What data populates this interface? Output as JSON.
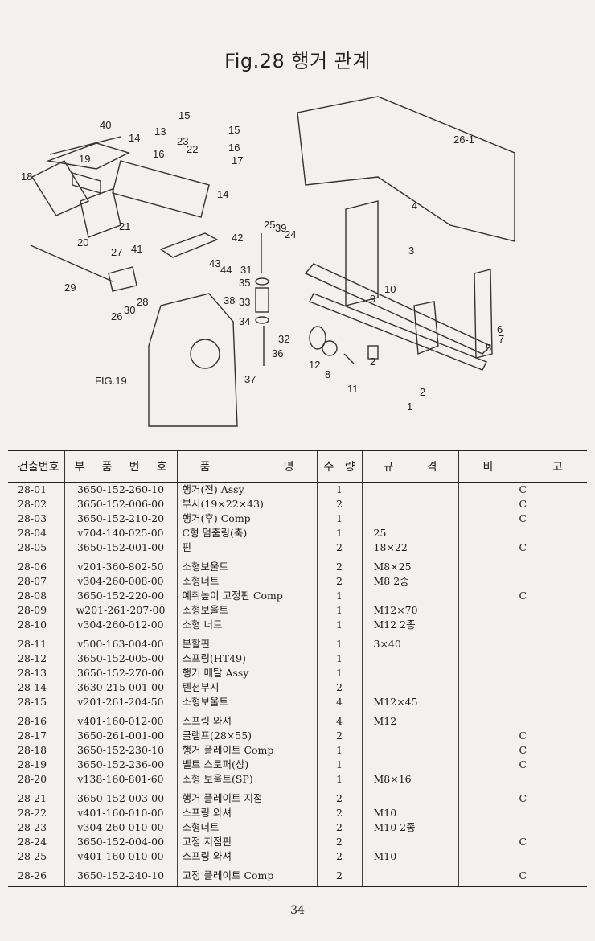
{
  "title": "Fig.28 행거 관계",
  "figure_callouts": {
    "c40": "40",
    "c13": "13",
    "c15a": "15",
    "c15b": "15",
    "c16a": "16",
    "c16b": "16",
    "c17": "17",
    "c14a": "14",
    "c14b": "14",
    "c23": "23",
    "c22": "22",
    "c19": "19",
    "c18": "18",
    "c21": "21",
    "c20": "20",
    "c41": "41",
    "c42": "42",
    "c43": "43",
    "c44": "44",
    "c25": "25",
    "c39": "39",
    "c24": "24",
    "c31": "31",
    "c35": "35",
    "c33": "33",
    "c34": "34",
    "c38": "38",
    "c32": "32",
    "c36": "36",
    "c37": "37",
    "c27": "27",
    "c29": "29",
    "c26": "26",
    "c30": "30",
    "c28": "28",
    "c26_1": "26-1",
    "c4": "4",
    "c3": "3",
    "c10": "10",
    "c9": "9",
    "c6": "6",
    "c7": "7",
    "c5": "5",
    "c12": "12",
    "c8": "8",
    "c11": "11",
    "c2a": "2",
    "c2b": "2",
    "c1": "1",
    "fig19": "FIG.19"
  },
  "table": {
    "headers": {
      "no": [
        "건",
        "출",
        "번",
        "호"
      ],
      "part_no": [
        "부",
        "품",
        "번",
        "호"
      ],
      "name": [
        "품",
        "명"
      ],
      "qty": [
        "수",
        "량"
      ],
      "spec": [
        "규",
        "격"
      ],
      "note": [
        "비",
        "고"
      ]
    },
    "rows": [
      {
        "no": "28-01",
        "part_no": "3650-152-260-10",
        "name": "행거(전) Assy",
        "qty": "1",
        "spec": "",
        "note": "C"
      },
      {
        "no": "28-02",
        "part_no": "3650-152-006-00",
        "name": "부시(19×22×43)",
        "qty": "2",
        "spec": "",
        "note": "C"
      },
      {
        "no": "28-03",
        "part_no": "3650-152-210-20",
        "name": "행거(후) Comp",
        "qty": "1",
        "spec": "",
        "note": "C"
      },
      {
        "no": "28-04",
        "part_no": "v704-140-025-00",
        "name": "C형 멈춤링(축)",
        "qty": "1",
        "spec": "25",
        "note": ""
      },
      {
        "no": "28-05",
        "part_no": "3650-152-001-00",
        "name": "핀",
        "qty": "2",
        "spec": "18×22",
        "note": "C"
      },
      {
        "no": "28-06",
        "part_no": "v201-360-802-50",
        "name": "소형보울트",
        "qty": "2",
        "spec": "M8×25",
        "note": ""
      },
      {
        "no": "28-07",
        "part_no": "v304-260-008-00",
        "name": "소형너트",
        "qty": "2",
        "spec": "M8 2종",
        "note": ""
      },
      {
        "no": "28-08",
        "part_no": "3650-152-220-00",
        "name": "예취높이 고정판 Comp",
        "qty": "1",
        "spec": "",
        "note": "C"
      },
      {
        "no": "28-09",
        "part_no": "w201-261-207-00",
        "name": "소형보울트",
        "qty": "1",
        "spec": "M12×70",
        "note": ""
      },
      {
        "no": "28-10",
        "part_no": "v304-260-012-00",
        "name": "소형 너트",
        "qty": "1",
        "spec": "M12 2종",
        "note": ""
      },
      {
        "no": "28-11",
        "part_no": "v500-163-004-00",
        "name": "분할핀",
        "qty": "1",
        "spec": "3×40",
        "note": ""
      },
      {
        "no": "28-12",
        "part_no": "3650-152-005-00",
        "name": "스프링(HT49)",
        "qty": "1",
        "spec": "",
        "note": ""
      },
      {
        "no": "28-13",
        "part_no": "3650-152-270-00",
        "name": "행거 메탈 Assy",
        "qty": "1",
        "spec": "",
        "note": ""
      },
      {
        "no": "28-14",
        "part_no": "3630-215-001-00",
        "name": "텐션부시",
        "qty": "2",
        "spec": "",
        "note": ""
      },
      {
        "no": "28-15",
        "part_no": "v201-261-204-50",
        "name": "소형보울트",
        "qty": "4",
        "spec": "M12×45",
        "note": ""
      },
      {
        "no": "28-16",
        "part_no": "v401-160-012-00",
        "name": "스프링 와셔",
        "qty": "4",
        "spec": "M12",
        "note": ""
      },
      {
        "no": "28-17",
        "part_no": "3650-261-001-00",
        "name": "클램프(28×55)",
        "qty": "2",
        "spec": "",
        "note": "C"
      },
      {
        "no": "28-18",
        "part_no": "3650-152-230-10",
        "name": "행거 플레이트 Comp",
        "qty": "1",
        "spec": "",
        "note": "C"
      },
      {
        "no": "28-19",
        "part_no": "3650-152-236-00",
        "name": "벨트 스토퍼(상)",
        "qty": "1",
        "spec": "",
        "note": "C"
      },
      {
        "no": "28-20",
        "part_no": "v138-160-801-60",
        "name": "소형 보울트(SP)",
        "qty": "1",
        "spec": "M8×16",
        "note": ""
      },
      {
        "no": "28-21",
        "part_no": "3650-152-003-00",
        "name": "행거 플레이트 지점",
        "qty": "2",
        "spec": "",
        "note": "C"
      },
      {
        "no": "28-22",
        "part_no": "v401-160-010-00",
        "name": "스프링 와셔",
        "qty": "2",
        "spec": "M10",
        "note": ""
      },
      {
        "no": "28-23",
        "part_no": "v304-260-010-00",
        "name": "소형너트",
        "qty": "2",
        "spec": "M10 2종",
        "note": ""
      },
      {
        "no": "28-24",
        "part_no": "3650-152-004-00",
        "name": "고정 지점핀",
        "qty": "2",
        "spec": "",
        "note": "C"
      },
      {
        "no": "28-25",
        "part_no": "v401-160-010-00",
        "name": "스프링 와셔",
        "qty": "2",
        "spec": "M10",
        "note": ""
      },
      {
        "no": "28-26",
        "part_no": "3650-152-240-10",
        "name": "고정 플레이트 Comp",
        "qty": "2",
        "spec": "",
        "note": "C"
      }
    ]
  },
  "page_number": "34"
}
